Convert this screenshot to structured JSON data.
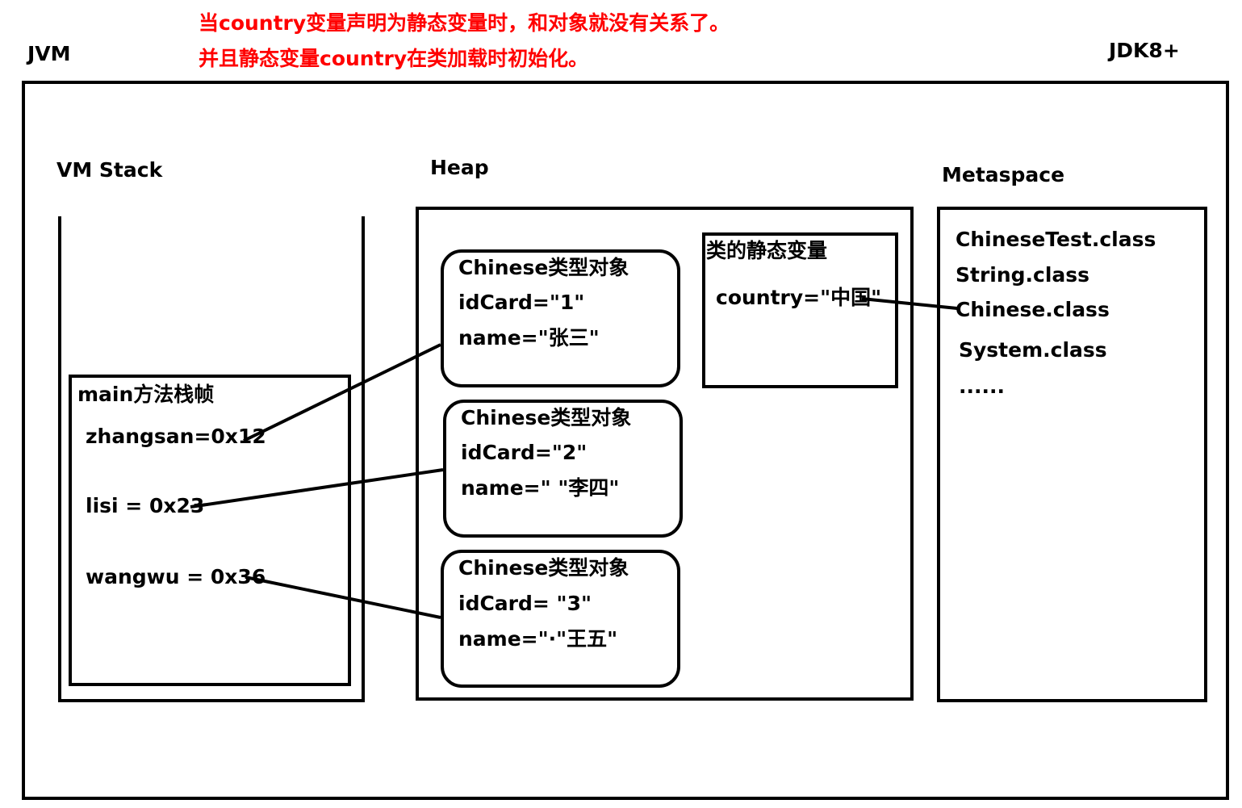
{
  "note": {
    "line1": "当country变量声明为静态变量时，和对象就没有关系了。",
    "line2": "并且静态变量country在类加载时初始化。",
    "color": "#ff0000"
  },
  "jvm": {
    "label": "JVM",
    "version": "JDK8+"
  },
  "stack": {
    "label": "VM Stack",
    "frame": {
      "title": "main方法栈帧",
      "vars": [
        "zhangsan=0x12",
        "lisi = 0x23",
        "wangwu = 0x36"
      ]
    }
  },
  "heap": {
    "label": "Heap",
    "objects": [
      {
        "type": "Chinese类型对象",
        "id": "idCard=\"1\"",
        "name": "name=\"张三\""
      },
      {
        "type": "Chinese类型对象",
        "id": "idCard=\"2\"",
        "name": "name=\" \"李四\""
      },
      {
        "type": "Chinese类型对象",
        "id": "idCard=   \"3\"",
        "name": "name=\"·\"王五\""
      }
    ],
    "statics": {
      "title": "类的静态变量",
      "value": "country=\"中国\""
    }
  },
  "metaspace": {
    "label": "Metaspace",
    "classes": [
      "ChineseTest.class",
      "String.class",
      "Chinese.class",
      "System.class",
      "......"
    ]
  }
}
